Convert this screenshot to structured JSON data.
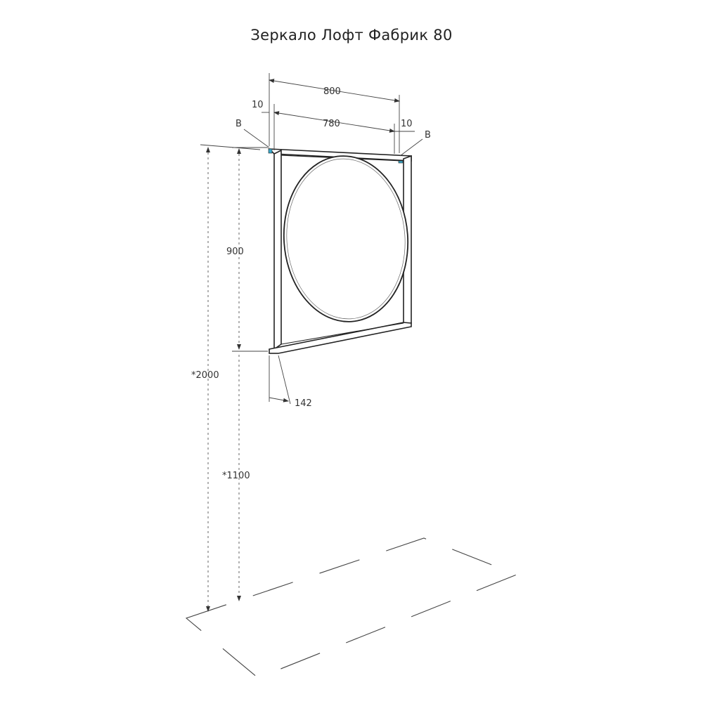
{
  "title": "Зеркало Лофт Фабрик 80",
  "dimensions": {
    "width_total": "800",
    "width_inner": "780",
    "offset_left": "10",
    "offset_right": "10",
    "height": "900",
    "depth": "142",
    "mount_height_top": "*2000",
    "mount_height_bottom": "*1100"
  },
  "callouts": {
    "left": "B",
    "right": "B"
  },
  "colors": {
    "line": "#222222",
    "mount_point": "#3aa7c9"
  }
}
